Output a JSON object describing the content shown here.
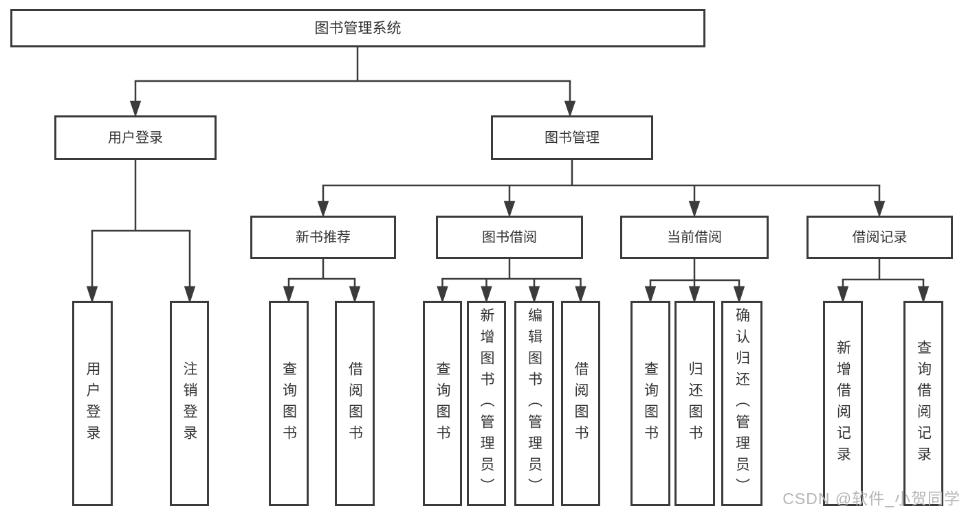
{
  "diagram_title": "图书管理系统",
  "tree": {
    "root": {
      "label": "图书管理系统",
      "children": [
        "user_login",
        "book_mgmt"
      ]
    },
    "user_login": {
      "label": "用户登录",
      "children": [
        "leaf_user_login",
        "leaf_logout"
      ]
    },
    "book_mgmt": {
      "label": "图书管理",
      "children": [
        "new_book_rec",
        "book_borrow",
        "current_borrow",
        "borrow_record"
      ]
    },
    "new_book_rec": {
      "label": "新书推荐",
      "children": [
        "nb_query_book",
        "nb_borrow_book"
      ]
    },
    "book_borrow": {
      "label": "图书借阅",
      "children": [
        "bb_query_book",
        "bb_add_book",
        "bb_edit_book",
        "bb_borrow_book"
      ]
    },
    "current_borrow": {
      "label": "当前借阅",
      "children": [
        "cb_query_book",
        "cb_return_book",
        "cb_confirm_return"
      ]
    },
    "borrow_record": {
      "label": "借阅记录",
      "children": [
        "br_add_record",
        "br_query_record"
      ]
    },
    "leaf_user_login": {
      "label": "用户登录"
    },
    "leaf_logout": {
      "label": "注销登录"
    },
    "nb_query_book": {
      "label": "查询图书"
    },
    "nb_borrow_book": {
      "label": "借阅图书"
    },
    "bb_query_book": {
      "label": "查询图书"
    },
    "bb_add_book": {
      "label": "新增图书（管理员）"
    },
    "bb_edit_book": {
      "label": "编辑图书（管理员）"
    },
    "bb_borrow_book": {
      "label": "借阅图书"
    },
    "cb_query_book": {
      "label": "查询图书"
    },
    "cb_return_book": {
      "label": "归还图书"
    },
    "cb_confirm_return": {
      "label": "确认归还（管理员）"
    },
    "br_add_record": {
      "label": "新增借阅记录"
    },
    "br_query_record": {
      "label": "查询借阅记录"
    }
  },
  "watermark": {
    "text": "CSDN @软件_小贺同学"
  },
  "colors": {
    "line": "#3b3b3b",
    "box_border": "#3b3b3b",
    "text": "#333333",
    "background": "#ffffff",
    "watermark": "#b8b4b4"
  }
}
